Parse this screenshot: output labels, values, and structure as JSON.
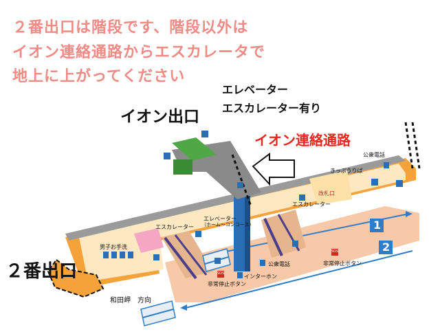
{
  "notice": {
    "line1": "２番出口は階段です、階段以外は",
    "line2": "イオン連絡通路からエスカレータで",
    "line3": "地上に上がってください"
  },
  "labels": {
    "elevator_escalator_line1": "エレベーター",
    "elevator_escalator_line2": "エスカレーター有り",
    "aeon_exit": "イオン出口",
    "aeon_passage": "イオン連絡通路",
    "exit2": "２番出口",
    "public_phone_top": "公衆電話",
    "ticket_office": "きっぷうりば",
    "ticket_gate": "改札口",
    "escalator_right": "エスカレーター",
    "escalator_left": "エスカレーター",
    "elevator_line1": "エレベーター",
    "elevator_line2": "（ホーム～コンコース）",
    "restroom": "男子お手洗",
    "public_phone_bottom": "公衆電話",
    "emergency_stop_right": "非常停止ボタン",
    "emergency_stop_left": "非常停止ボタン",
    "intercom": "インターホン",
    "wadamisaki": "和田岬　方向",
    "track1": "1",
    "track2": "2",
    "sos": "SOS"
  },
  "colors": {
    "notice_text": "#f08a84",
    "passage_red": "#e8281e",
    "concourse_orange": "#f5a23a",
    "platform_peach": "#f8c9a8",
    "track_blue": "#2f7dc8",
    "escalator_green": "#4fa845",
    "escalator_purple": "#4a3d8c"
  }
}
